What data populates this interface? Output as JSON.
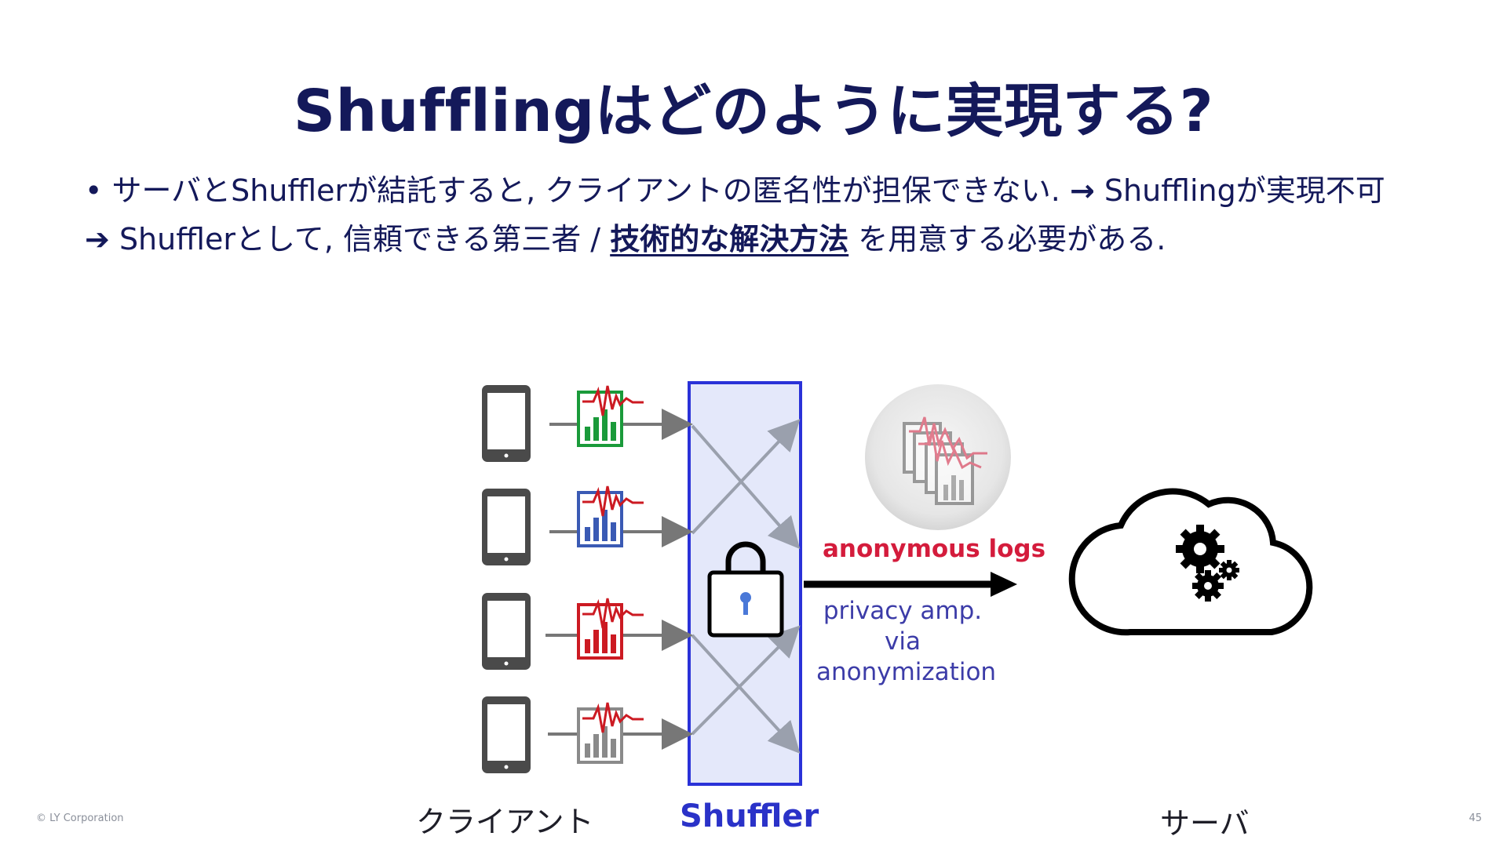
{
  "slide": {
    "title": "Shufflingはどのように実現する?",
    "line1": {
      "bullet": "•",
      "text": "サーバとShufflerが結託すると, クライアントの匿名性が担保できない.",
      "arrow": "→",
      "conclusion": "Shufflingが実現不可"
    },
    "line2": {
      "arrow": "➔",
      "before": "Shufflerとして, 信頼できる第三者 / ",
      "emphasis": "技術的な解決方法",
      "after": " を用意する必要がある."
    }
  },
  "diagram": {
    "client_label": "クライアント",
    "shuffler_label": "Shuffler",
    "server_label": "サーバ",
    "anonymous_logs": "anonymous logs",
    "privacy_lines": [
      "privacy amp.",
      "via",
      "anonymization"
    ],
    "client_colors": [
      "#1a9a3a",
      "#3a5ab4",
      "#cc1a22",
      "#8a8a8a"
    ],
    "shuffler_border": "#2a32d8",
    "shuffler_fill": "#e4e8fa",
    "signal_color": "#cc1a22"
  },
  "footer": {
    "copyright": "© LY Corporation",
    "page_number": "45"
  }
}
